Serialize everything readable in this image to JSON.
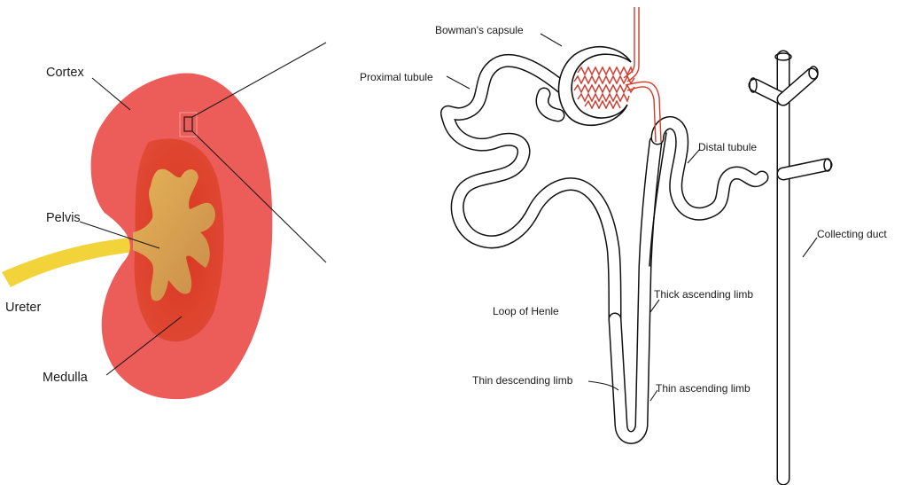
{
  "kidney": {
    "labels": {
      "cortex": "Cortex",
      "pelvis": "Pelvis",
      "ureter": "Ureter",
      "medulla": "Medulla"
    },
    "colors": {
      "cortex": "#ec5c59",
      "medulla": "#d8361f",
      "pelvis": "#d9a352",
      "ureter": "#f2d43a"
    }
  },
  "nephron": {
    "labels": {
      "bowmans_capsule": "Bowman's capsule",
      "proximal_tubule": "Proximal tubule",
      "distal_tubule": "Distal tubule",
      "collecting_duct": "Collecting duct",
      "loop_of_henle": "Loop of Henle",
      "thick_ascending_limb": "Thick ascending limb",
      "thin_descending_limb": "Thin descending limb",
      "thin_ascending_limb": "Thin ascending limb"
    },
    "colors": {
      "outline": "#111111",
      "vessels": "#d63a2a"
    }
  }
}
